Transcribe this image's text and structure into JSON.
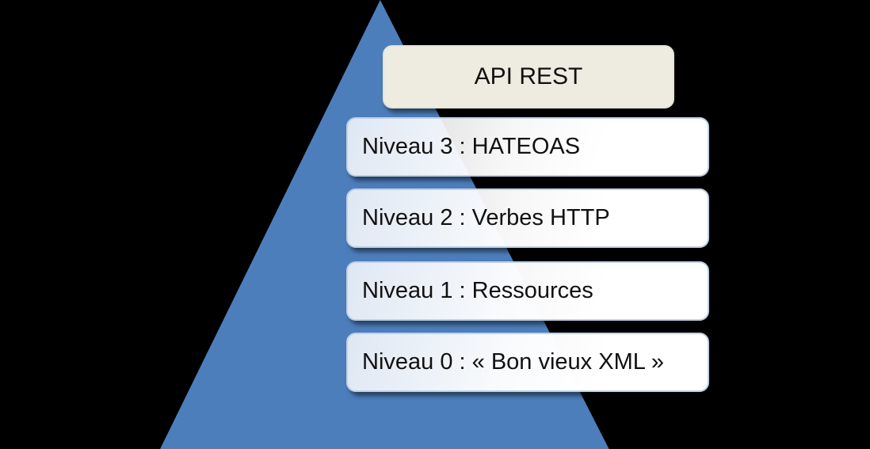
{
  "diagram": {
    "type": "pyramid",
    "title_box": {
      "label": "API REST"
    },
    "levels": [
      {
        "label": "Niveau 3 : HATEOAS"
      },
      {
        "label": "Niveau 2 : Verbes HTTP"
      },
      {
        "label": "Niveau 1 : Ressources"
      },
      {
        "label": "Niveau 0 : « Bon vieux XML »"
      }
    ],
    "colors": {
      "background": "#000000",
      "pyramid_fill": "#4d7ebc",
      "title_box_fill": "#eeece1",
      "level_box_fill": "#ffffff",
      "level_box_border": "#bdd0e7",
      "text": "#111111"
    }
  }
}
